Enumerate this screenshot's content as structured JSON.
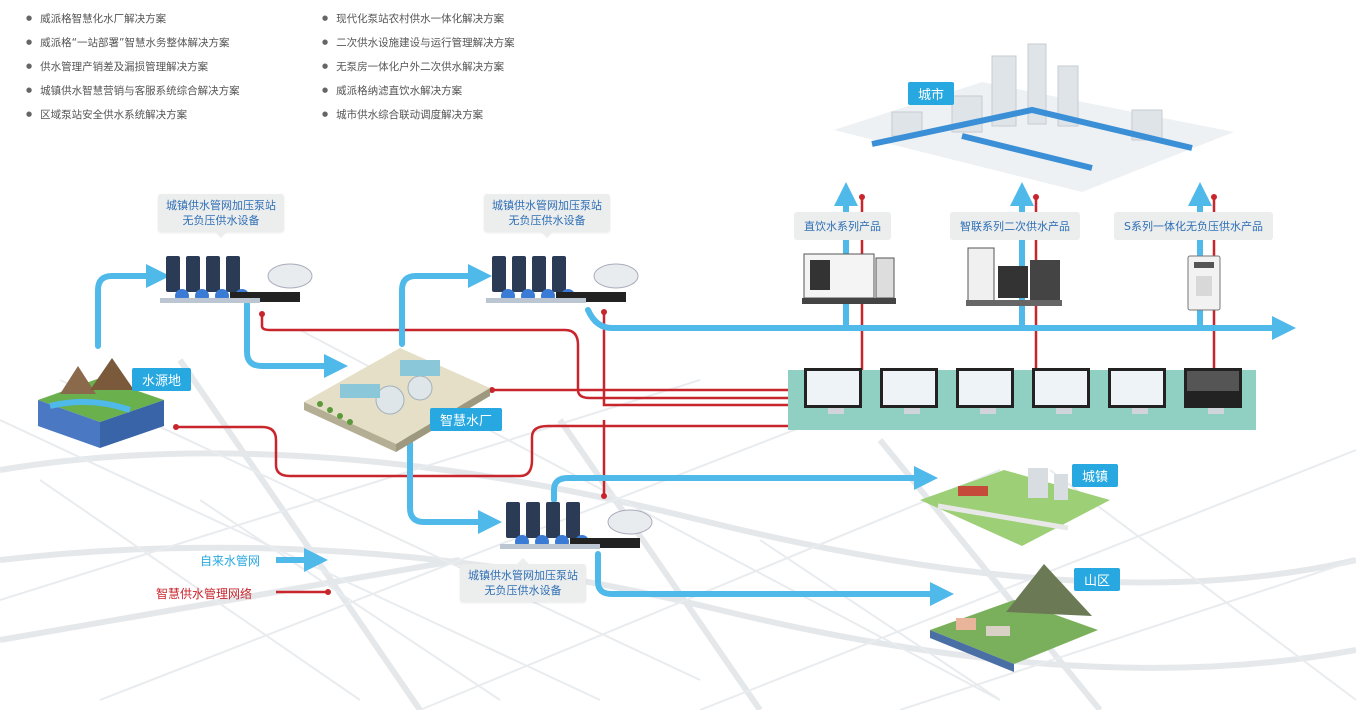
{
  "solutions": {
    "col1": [
      "威派格智慧化水厂解决方案",
      "威派格“一站部署”智慧水务整体解决方案",
      "供水管理产销差及漏损管理解决方案",
      "城镇供水智慧营销与客服系统综合解决方案",
      "区域泵站安全供水系统解决方案"
    ],
    "col2": [
      "现代化泵站农村供水一体化解决方案",
      "二次供水设施建设与运行管理解决方案",
      "无泵房一体化户外二次供水解决方案",
      "威派格纳滤直饮水解决方案",
      "城市供水综合联动调度解决方案"
    ]
  },
  "pump_stations": [
    {
      "line1": "城镇供水管网加压泵站",
      "line2": "无负压供水设备"
    },
    {
      "line1": "城镇供水管网加压泵站",
      "line2": "无负压供水设备"
    },
    {
      "line1": "城镇供水管网加压泵站",
      "line2": "无负压供水设备"
    }
  ],
  "places": {
    "source": "水源地",
    "plant": "智慧水厂",
    "city": "城市",
    "town": "城镇",
    "mountain": "山区"
  },
  "products": [
    "直饮水系列产品",
    "智联系列二次供水产品",
    "S系列一体化无负压供水产品"
  ],
  "legend": {
    "water_network": "自来水管网",
    "smart_network": "智慧供水管理网络"
  },
  "colors": {
    "water_pipe": "#4fb9ea",
    "smart_line": "#c8252c",
    "label_bg": "#27a8e0",
    "callout_text": "#2e6fb6",
    "platform": "#8fd0c2"
  }
}
